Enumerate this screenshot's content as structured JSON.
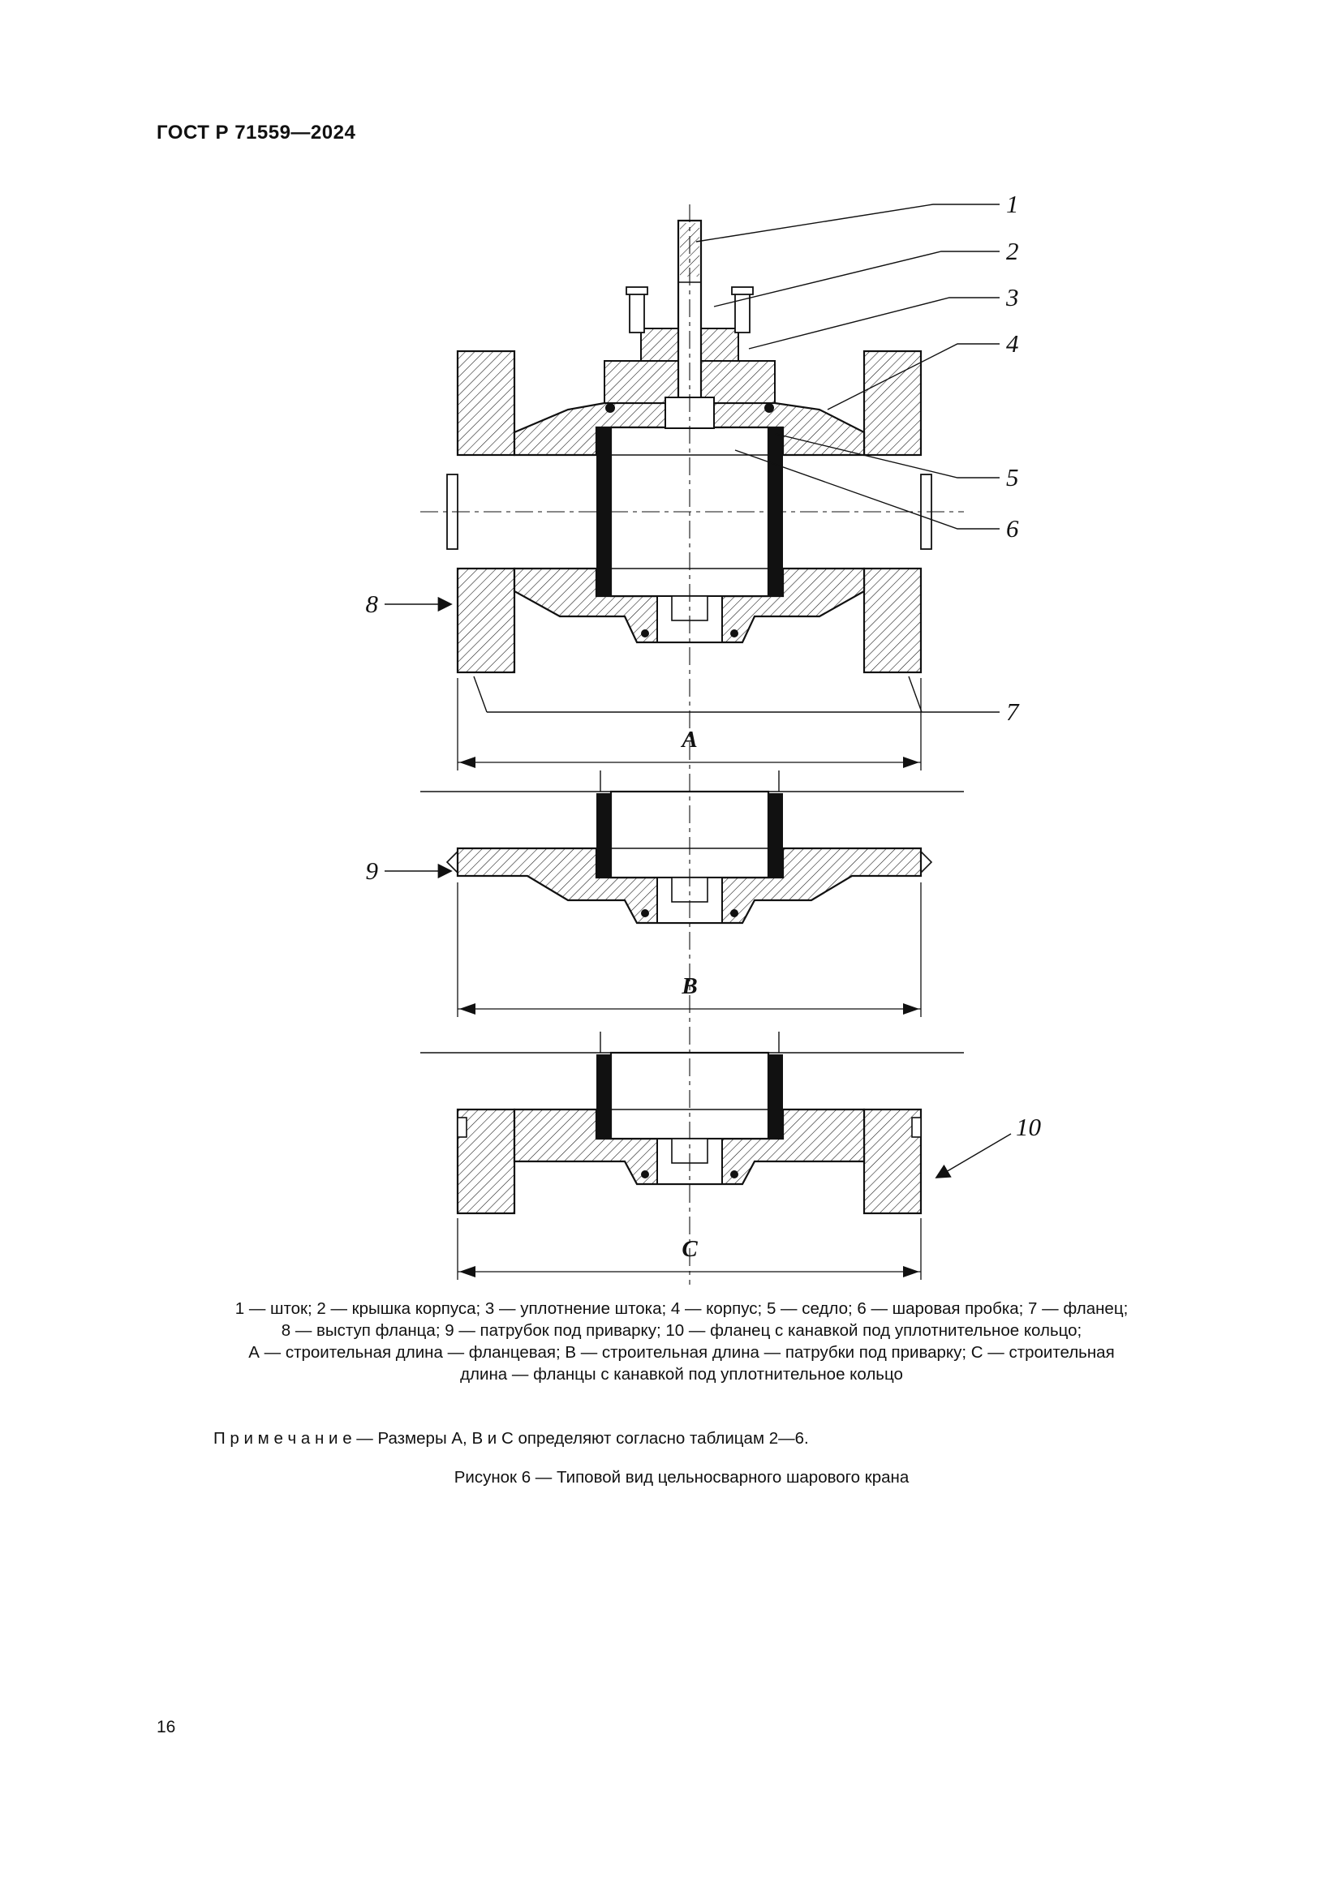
{
  "page": {
    "header": "ГОСТ Р 71559—2024",
    "page_number": "16"
  },
  "figure": {
    "callouts": [
      "1",
      "2",
      "3",
      "4",
      "5",
      "6",
      "7",
      "8",
      "9",
      "10"
    ],
    "dim_labels": {
      "a": "А",
      "b": "В",
      "c": "С"
    },
    "legend_lines": [
      "1 — шток; 2 — крышка корпуса; 3 — уплотнение штока; 4 — корпус; 5 — седло; 6 — шаровая пробка; 7 — фланец;",
      "8 — выступ фланца; 9 — патрубок под приварку; 10 — фланец с канавкой под уплотнительное кольцо;",
      "А — строительная длина — фланцевая; В — строительная длина — патрубки под приварку; С — строительная",
      "длина — фланцы с канавкой под уплотнительное кольцо"
    ],
    "note": "П р и м е ч а н и е   — Размеры А, В и С определяют согласно таблицам 2—6.",
    "caption": "Рисунок 6 — Типовой вид цельносварного шарового крана"
  }
}
